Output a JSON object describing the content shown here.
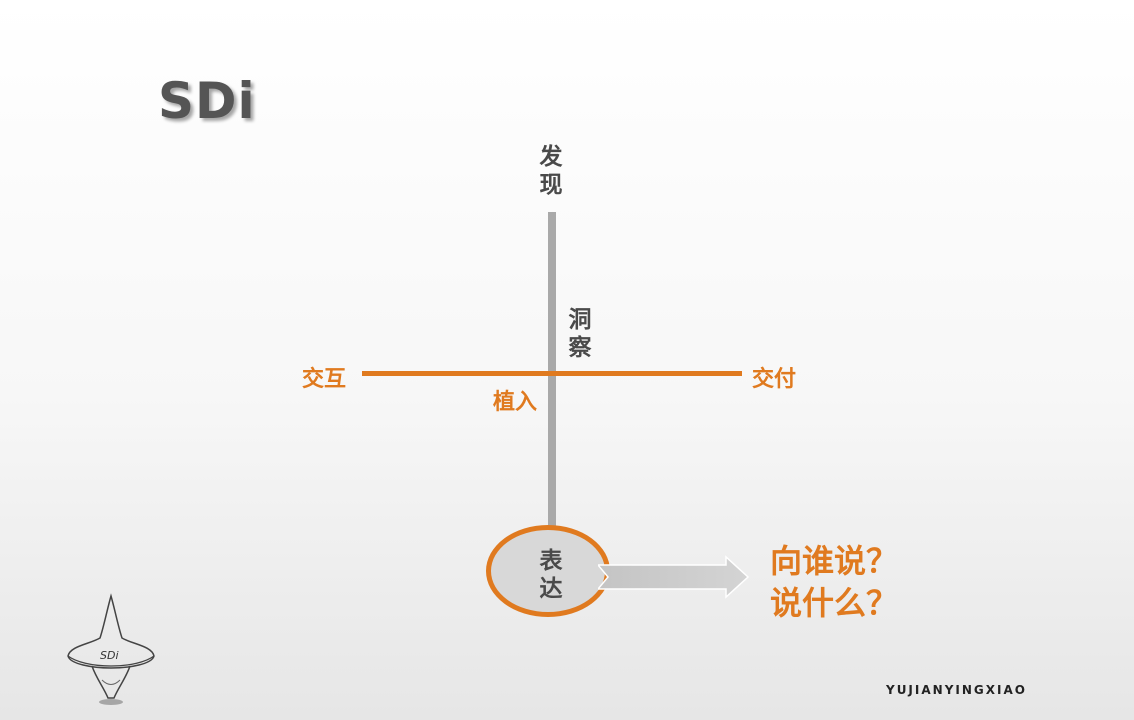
{
  "title": "SDi",
  "axis": {
    "top": "发现",
    "insight": "洞察",
    "left": "交互",
    "right": "交付",
    "implant": "植入",
    "bottom": "表达"
  },
  "questions": [
    "向谁说？",
    "说什么？"
  ],
  "logo_text": "SDi",
  "footer": "YUJIANYINGXIAO",
  "colors": {
    "accent": "#e07a1f",
    "gray_line": "#a9a9a9",
    "text": "#4a4a4a"
  }
}
